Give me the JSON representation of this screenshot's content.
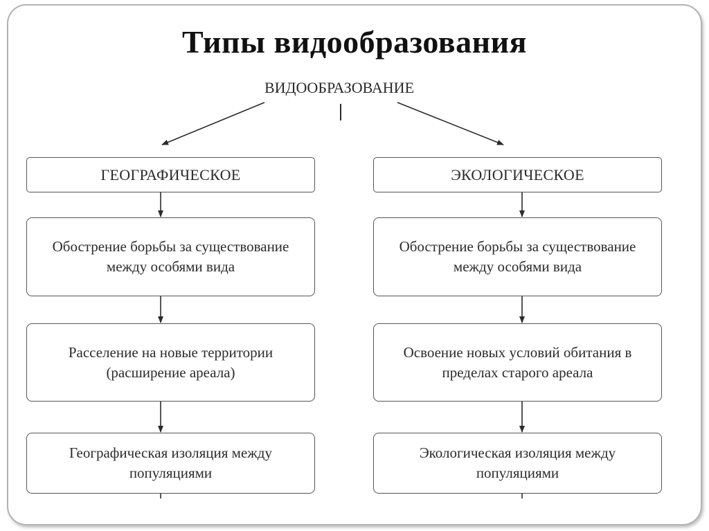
{
  "title": "Типы видообразования",
  "root": "ВИДООБРАЗОВАНИЕ",
  "branches": [
    {
      "header": "ГЕОГРАФИЧЕСКОЕ",
      "steps": [
        "Обострение борьбы за существование между особями вида",
        "Расселение на новые территории (расширение ареала)",
        "Географическая изоляция между популяциями"
      ]
    },
    {
      "header": "ЭКОЛОГИЧЕСКОЕ",
      "steps": [
        "Обострение борьбы за существование между особями вида",
        "Освоение новых условий обитания в пределах старого ареала",
        "Экологическая изоляция между популяциями"
      ]
    }
  ]
}
